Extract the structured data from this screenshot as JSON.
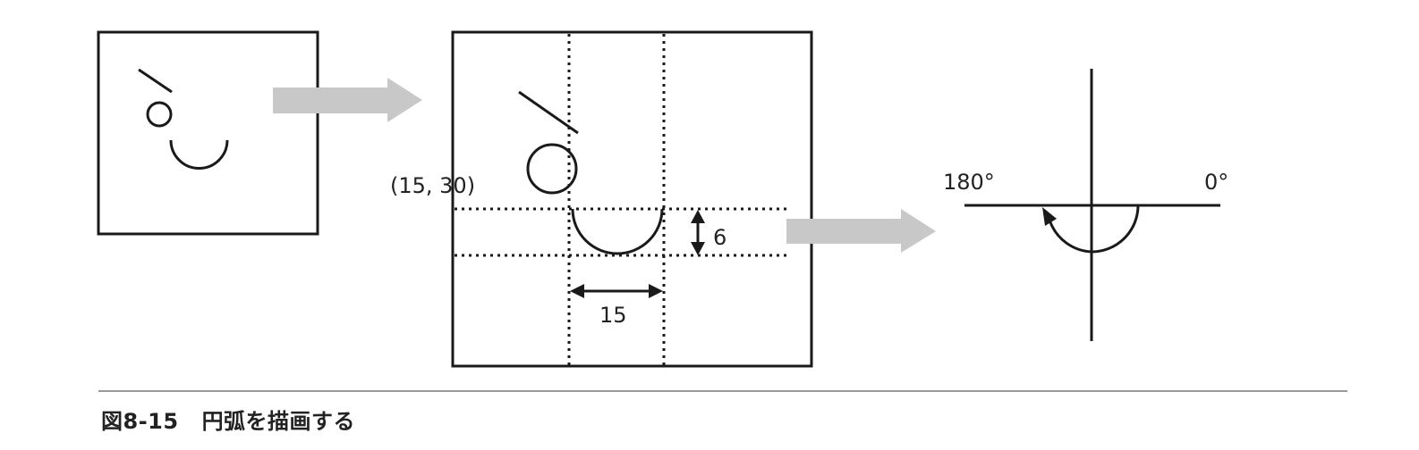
{
  "diagram": {
    "arc_origin_label": "(15, 30)",
    "height_label": "6",
    "width_label": "15",
    "angle_start_label": "180°",
    "angle_end_label": "0°"
  },
  "caption": {
    "figure_number": "図8-15",
    "title": "円弧を描画する"
  },
  "colors": {
    "line": "#1a1a1a",
    "arrow_fill": "#c8c8c8",
    "rule": "#999999"
  }
}
